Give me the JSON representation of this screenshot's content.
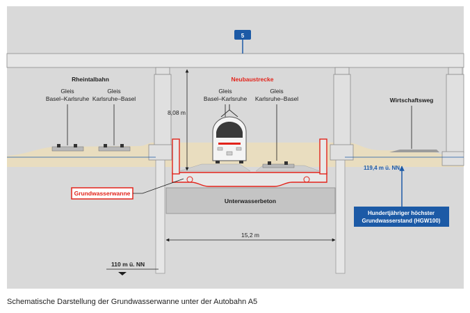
{
  "motorway_sign": "5",
  "rheintalbahn": {
    "title": "Rheintalbahn",
    "track_left": {
      "line1": "Gleis",
      "line2": "Basel–Karlsruhe"
    },
    "track_right": {
      "line1": "Gleis",
      "line2": "Karlsruhe–Basel"
    }
  },
  "neubaustrecke": {
    "title": "Neubaustrecke",
    "track_left": {
      "line1": "Gleis",
      "line2": "Basel–Karlsruhe"
    },
    "track_right": {
      "line1": "Gleis",
      "line2": "Karlsruhe–Basel"
    }
  },
  "clearance_height": "8,08 m",
  "wirtschaftsweg": "Wirtschaftsweg",
  "grundwasserwanne": "Grundwasserwanne",
  "unterwasserbeton": "Unterwasserbeton",
  "width_label": "15,2 m",
  "groundwater_level": "119,4 m ü. NN",
  "hgw_box": {
    "line1": "Hundertjähriger höchster",
    "line2": "Grundwasserstand (HGW100)"
  },
  "base_level": "110 m ü. NN",
  "caption": "Schematische Darstellung der Grundwasserwanne unter der Autobahn A5",
  "colors": {
    "background": "#d9d9d9",
    "soil": "#e9ddbf",
    "concrete": "#c4c4c4",
    "accent_red": "#e2231a",
    "accent_blue": "#1c5aa6"
  }
}
